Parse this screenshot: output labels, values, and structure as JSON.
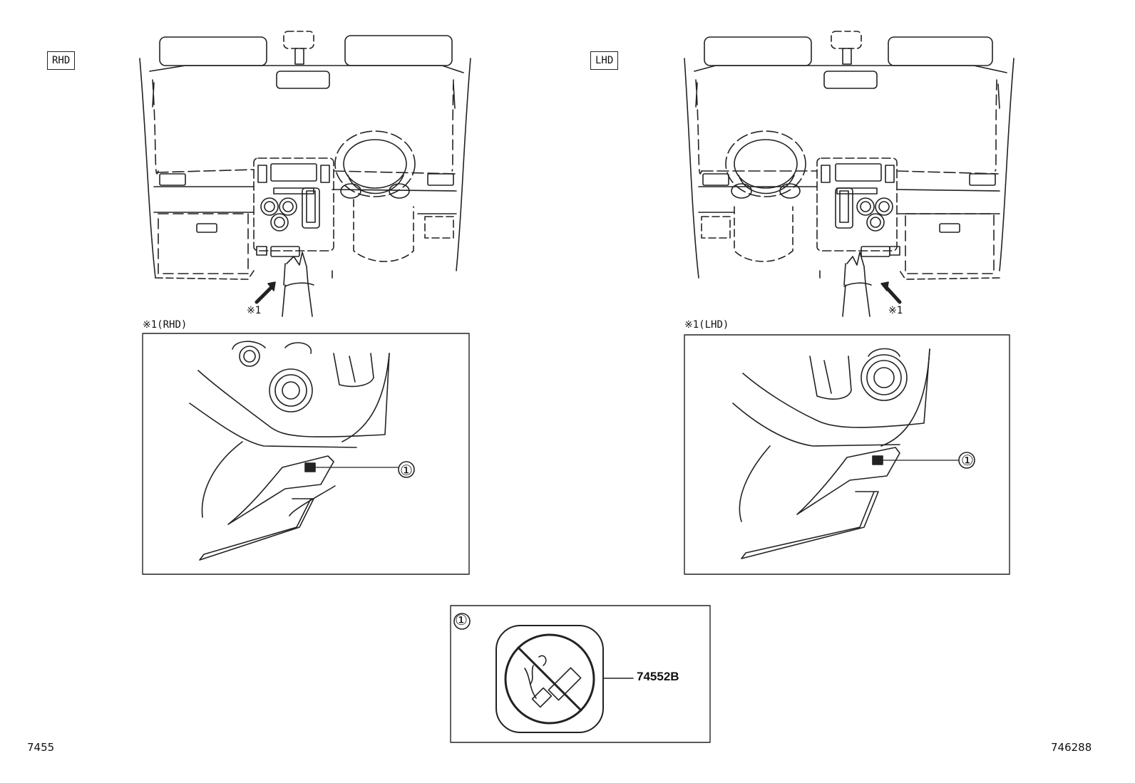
{
  "panels": {
    "rhd": {
      "tag": "RHD",
      "callout": "※1",
      "detail_caption": "※1(RHD)",
      "item_marker": "①"
    },
    "lhd": {
      "tag": "LHD",
      "callout": "※1",
      "detail_caption": "※1(LHD)",
      "item_marker": "①"
    }
  },
  "label_detail": {
    "item_marker": "①",
    "part_number": "74552B",
    "icon": "no-smoking-label-icon"
  },
  "footer": {
    "left_code": "7455",
    "right_code": "746288"
  }
}
